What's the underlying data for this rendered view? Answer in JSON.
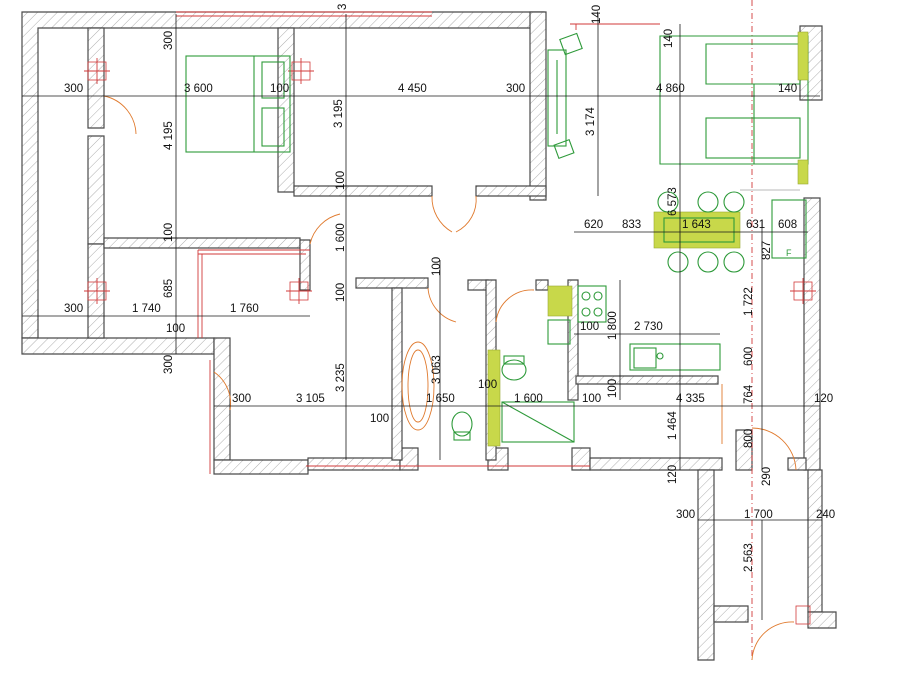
{
  "dimensions": {
    "top_row": [
      "300",
      "3 600",
      "100",
      "4 450",
      "300",
      "4 860",
      "140"
    ],
    "top_verticals": [
      "300",
      "3 195",
      "140",
      "140",
      "3 174"
    ],
    "left_column": [
      "4 195",
      "100",
      "685",
      "300"
    ],
    "middle_verticals": [
      "100",
      "1 600",
      "100",
      "3 235",
      "100",
      "3 063"
    ],
    "mid_row": [
      "300",
      "1 740",
      "1 760",
      "100"
    ],
    "bottom_row": [
      "300",
      "3 105",
      "100",
      "1 650",
      "1 600",
      "100",
      "4 335",
      "120"
    ],
    "bath_small": [
      "100",
      "100"
    ],
    "kitchen_row": [
      "620",
      "833",
      "1 643",
      "631",
      "608"
    ],
    "kitchen_vertical": [
      "6 573",
      "827",
      "1 722",
      "1 800",
      "100",
      "2 730",
      "600",
      "764",
      "1 464",
      "800",
      "290",
      "120"
    ],
    "balcony": [
      "300",
      "1 700",
      "240",
      "2 563"
    ],
    "marks": [
      "3",
      "F"
    ]
  }
}
